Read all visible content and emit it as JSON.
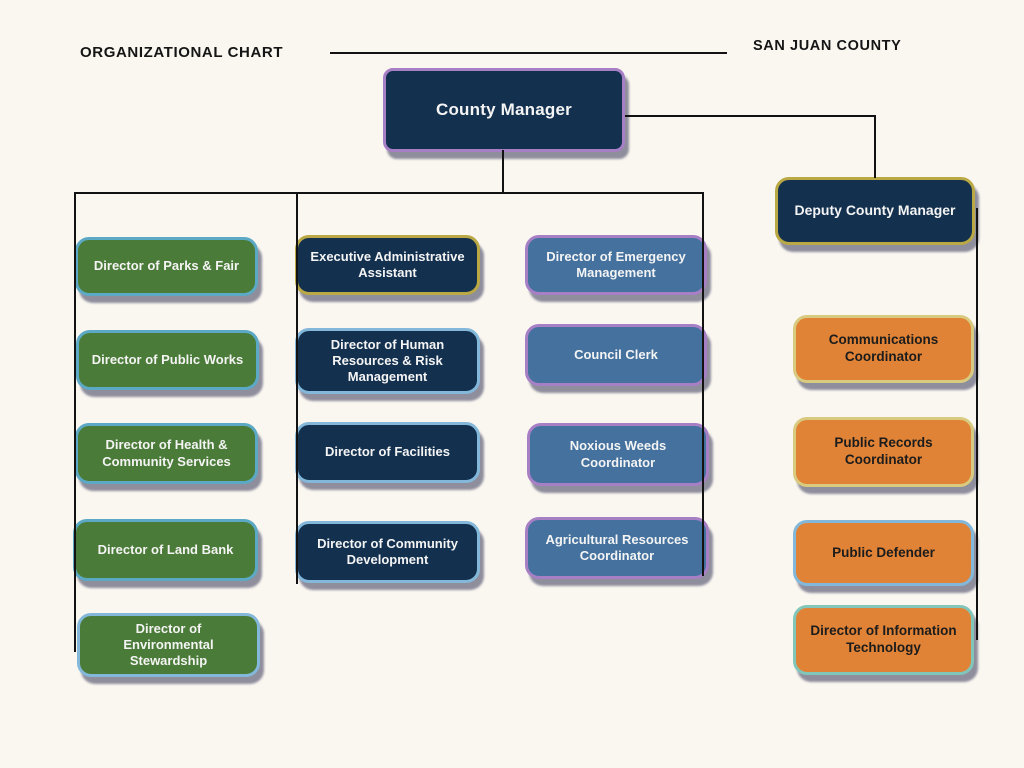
{
  "header": {
    "left_title": "ORGANIZATIONAL CHART",
    "right_title": "SAN JUAN COUNTY"
  },
  "org": {
    "root": {
      "label": "County Manager"
    },
    "deputy": {
      "label": "Deputy County Manager"
    },
    "columns": [
      {
        "id": "parks-column",
        "nodes": [
          {
            "label": "Director of Parks & Fair"
          },
          {
            "label": "Director of Public Works"
          },
          {
            "label": "Director of Health & Community Services"
          },
          {
            "label": "Director of Land Bank"
          },
          {
            "label": "Director of Environmental Stewardship"
          }
        ]
      },
      {
        "id": "administration-column",
        "nodes": [
          {
            "label": "Executive Administrative Assistant"
          },
          {
            "label": "Director of Human Resources & Risk Management"
          },
          {
            "label": "Director of Facilities"
          },
          {
            "label": "Director of Community Development"
          }
        ]
      },
      {
        "id": "services-column",
        "nodes": [
          {
            "label": "Director of Emergency Management"
          },
          {
            "label": "Council Clerk"
          },
          {
            "label": "Noxious Weeds Coordinator"
          },
          {
            "label": "Agricultural Resources Coordinator"
          }
        ]
      },
      {
        "id": "deputy-column",
        "nodes": [
          {
            "label": "Communications Coordinator"
          },
          {
            "label": "Public Records Coordinator"
          },
          {
            "label": "Public Defender"
          },
          {
            "label": "Director of Information Technology"
          }
        ]
      }
    ]
  },
  "colors": {
    "background": "#faf7f1",
    "line": "#121212",
    "navy": "#13304e",
    "green": "#4b7b38",
    "steel_blue": "#44719e",
    "orange": "#e08336",
    "border_purple": "#a77fc5",
    "border_khaki": "#b9a844",
    "border_palekhaki": "#d8ca7e",
    "border_teal": "#5ba9c4",
    "border_lightblue": "#84b8da",
    "border_mint": "#82c6ba"
  }
}
